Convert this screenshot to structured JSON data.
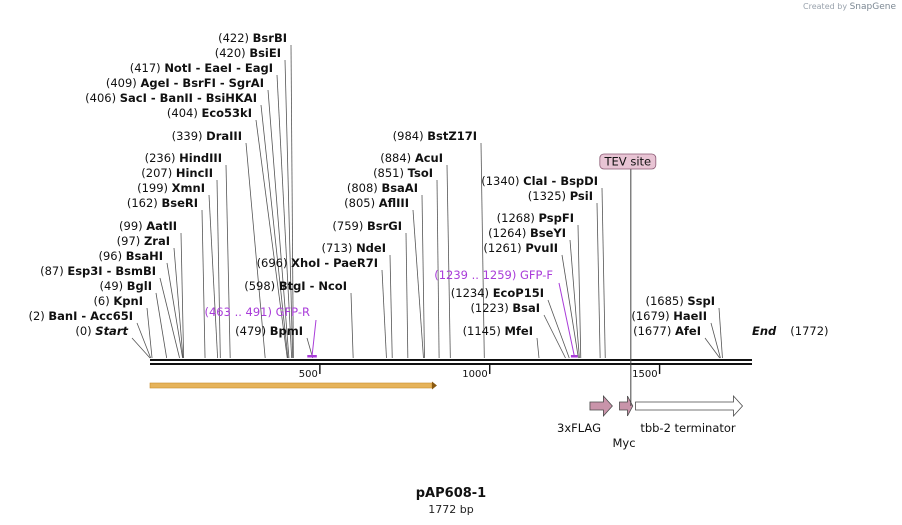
{
  "credit": {
    "prefix": "Created by",
    "brand": "SnapGene"
  },
  "title": "pAP608-1",
  "subtitle": "1772 bp",
  "sequence_length": 1772,
  "ticks": [
    500,
    1000,
    1500
  ],
  "sites": [
    {
      "pos_label": "(0)",
      "name": "Start",
      "italic": true,
      "pos": 0
    },
    {
      "pos_label": "(2)",
      "name": "BanI  -  Acc65I",
      "pos": 2
    },
    {
      "pos_label": "(6)",
      "name": "KpnI",
      "pos": 6
    },
    {
      "pos_label": "(49)",
      "name": "BglI",
      "pos": 49
    },
    {
      "pos_label": "(87)",
      "name": "Esp3I  -  BsmBI",
      "pos": 87
    },
    {
      "pos_label": "(96)",
      "name": "BsaHI",
      "pos": 96
    },
    {
      "pos_label": "(97)",
      "name": "ZraI",
      "pos": 97
    },
    {
      "pos_label": "(99)",
      "name": "AatII",
      "pos": 99
    },
    {
      "pos_label": "(162)",
      "name": "BseRI",
      "pos": 162
    },
    {
      "pos_label": "(199)",
      "name": "XmnI",
      "pos": 199
    },
    {
      "pos_label": "(207)",
      "name": "HincII",
      "pos": 207
    },
    {
      "pos_label": "(236)",
      "name": "HindIII",
      "pos": 236
    },
    {
      "pos_label": "(339)",
      "name": "DraIII",
      "pos": 339
    },
    {
      "pos_label": "(404)",
      "name": "Eco53kI",
      "pos": 404
    },
    {
      "pos_label": "(406)",
      "name": "SacI  -  BanII  -  BsiHKAI",
      "pos": 406
    },
    {
      "pos_label": "(409)",
      "name": "AgeI  -  BsrFI  -  SgrAI",
      "pos": 409
    },
    {
      "pos_label": "(417)",
      "name": "NotI  -  EaeI  -  EagI",
      "pos": 417
    },
    {
      "pos_label": "(420)",
      "name": "BsiEI",
      "pos": 420
    },
    {
      "pos_label": "(422)",
      "name": "BsrBI",
      "pos": 422
    },
    {
      "pos_label": "(479)",
      "name": "BpmI",
      "pos": 479
    },
    {
      "pos_label": "(598)",
      "name": "BtgI  -  NcoI",
      "pos": 598
    },
    {
      "pos_label": "(696)",
      "name": "XhoI  -  PaeR7I",
      "pos": 696
    },
    {
      "pos_label": "(713)",
      "name": "NdeI",
      "pos": 713
    },
    {
      "pos_label": "(759)",
      "name": "BsrGI",
      "pos": 759
    },
    {
      "pos_label": "(805)",
      "name": "AflIII",
      "pos": 805
    },
    {
      "pos_label": "(808)",
      "name": "BsaAI",
      "pos": 808
    },
    {
      "pos_label": "(851)",
      "name": "TsoI",
      "pos": 851
    },
    {
      "pos_label": "(884)",
      "name": "AcuI",
      "pos": 884
    },
    {
      "pos_label": "(984)",
      "name": "BstZ17I",
      "pos": 984
    },
    {
      "pos_label": "(1145)",
      "name": "MfeI",
      "pos": 1145
    },
    {
      "pos_label": "(1223)",
      "name": "BsaI",
      "pos": 1223
    },
    {
      "pos_label": "(1234)",
      "name": "EcoP15I",
      "pos": 1234
    },
    {
      "pos_label": "(1261)",
      "name": "PvuII",
      "pos": 1261
    },
    {
      "pos_label": "(1264)",
      "name": "BseYI",
      "pos": 1264
    },
    {
      "pos_label": "(1268)",
      "name": "PspFI",
      "pos": 1268
    },
    {
      "pos_label": "(1325)",
      "name": "PsiI",
      "pos": 1325
    },
    {
      "pos_label": "(1340)",
      "name": "ClaI  -  BspDI",
      "pos": 1340
    },
    {
      "pos_label": "(1677)",
      "name": "AfeI",
      "pos": 1677
    },
    {
      "pos_label": "(1679)",
      "name": "HaeII",
      "pos": 1679
    },
    {
      "pos_label": "(1685)",
      "name": "SspI",
      "pos": 1685
    },
    {
      "pos_label": "(1772)",
      "name": "End",
      "italic": true,
      "pos": 1772,
      "label_right": true
    }
  ],
  "primers": [
    {
      "range": "(463 .. 491)",
      "name": "GFP-R",
      "start": 463,
      "end": 491,
      "color": "#a93cd9"
    },
    {
      "range": "(1239 .. 1259)",
      "name": "GFP-F",
      "start": 1239,
      "end": 1259,
      "color": "#a93cd9"
    }
  ],
  "features": [
    {
      "name": "3xFLAG",
      "start": 1295,
      "end": 1361,
      "type": "arrow",
      "color": "#c994aa"
    },
    {
      "name": "Myc",
      "start": 1382,
      "end": 1421,
      "type": "arrow",
      "color": "#c994aa"
    },
    {
      "name": "tbb-2 terminator",
      "start": 1429,
      "end": 1744,
      "type": "arrow",
      "color": "#ffffff"
    },
    {
      "name": "TEV site",
      "start": 1380,
      "end": 1400,
      "type": "flag",
      "color": "#e8c4d4"
    }
  ],
  "orf": {
    "start": 0,
    "end": 830,
    "color": "#e6b35a"
  },
  "colors": {
    "backbone": "#111111",
    "text": "#111111",
    "primer": "#a93cd9",
    "site_line": "#555555"
  }
}
